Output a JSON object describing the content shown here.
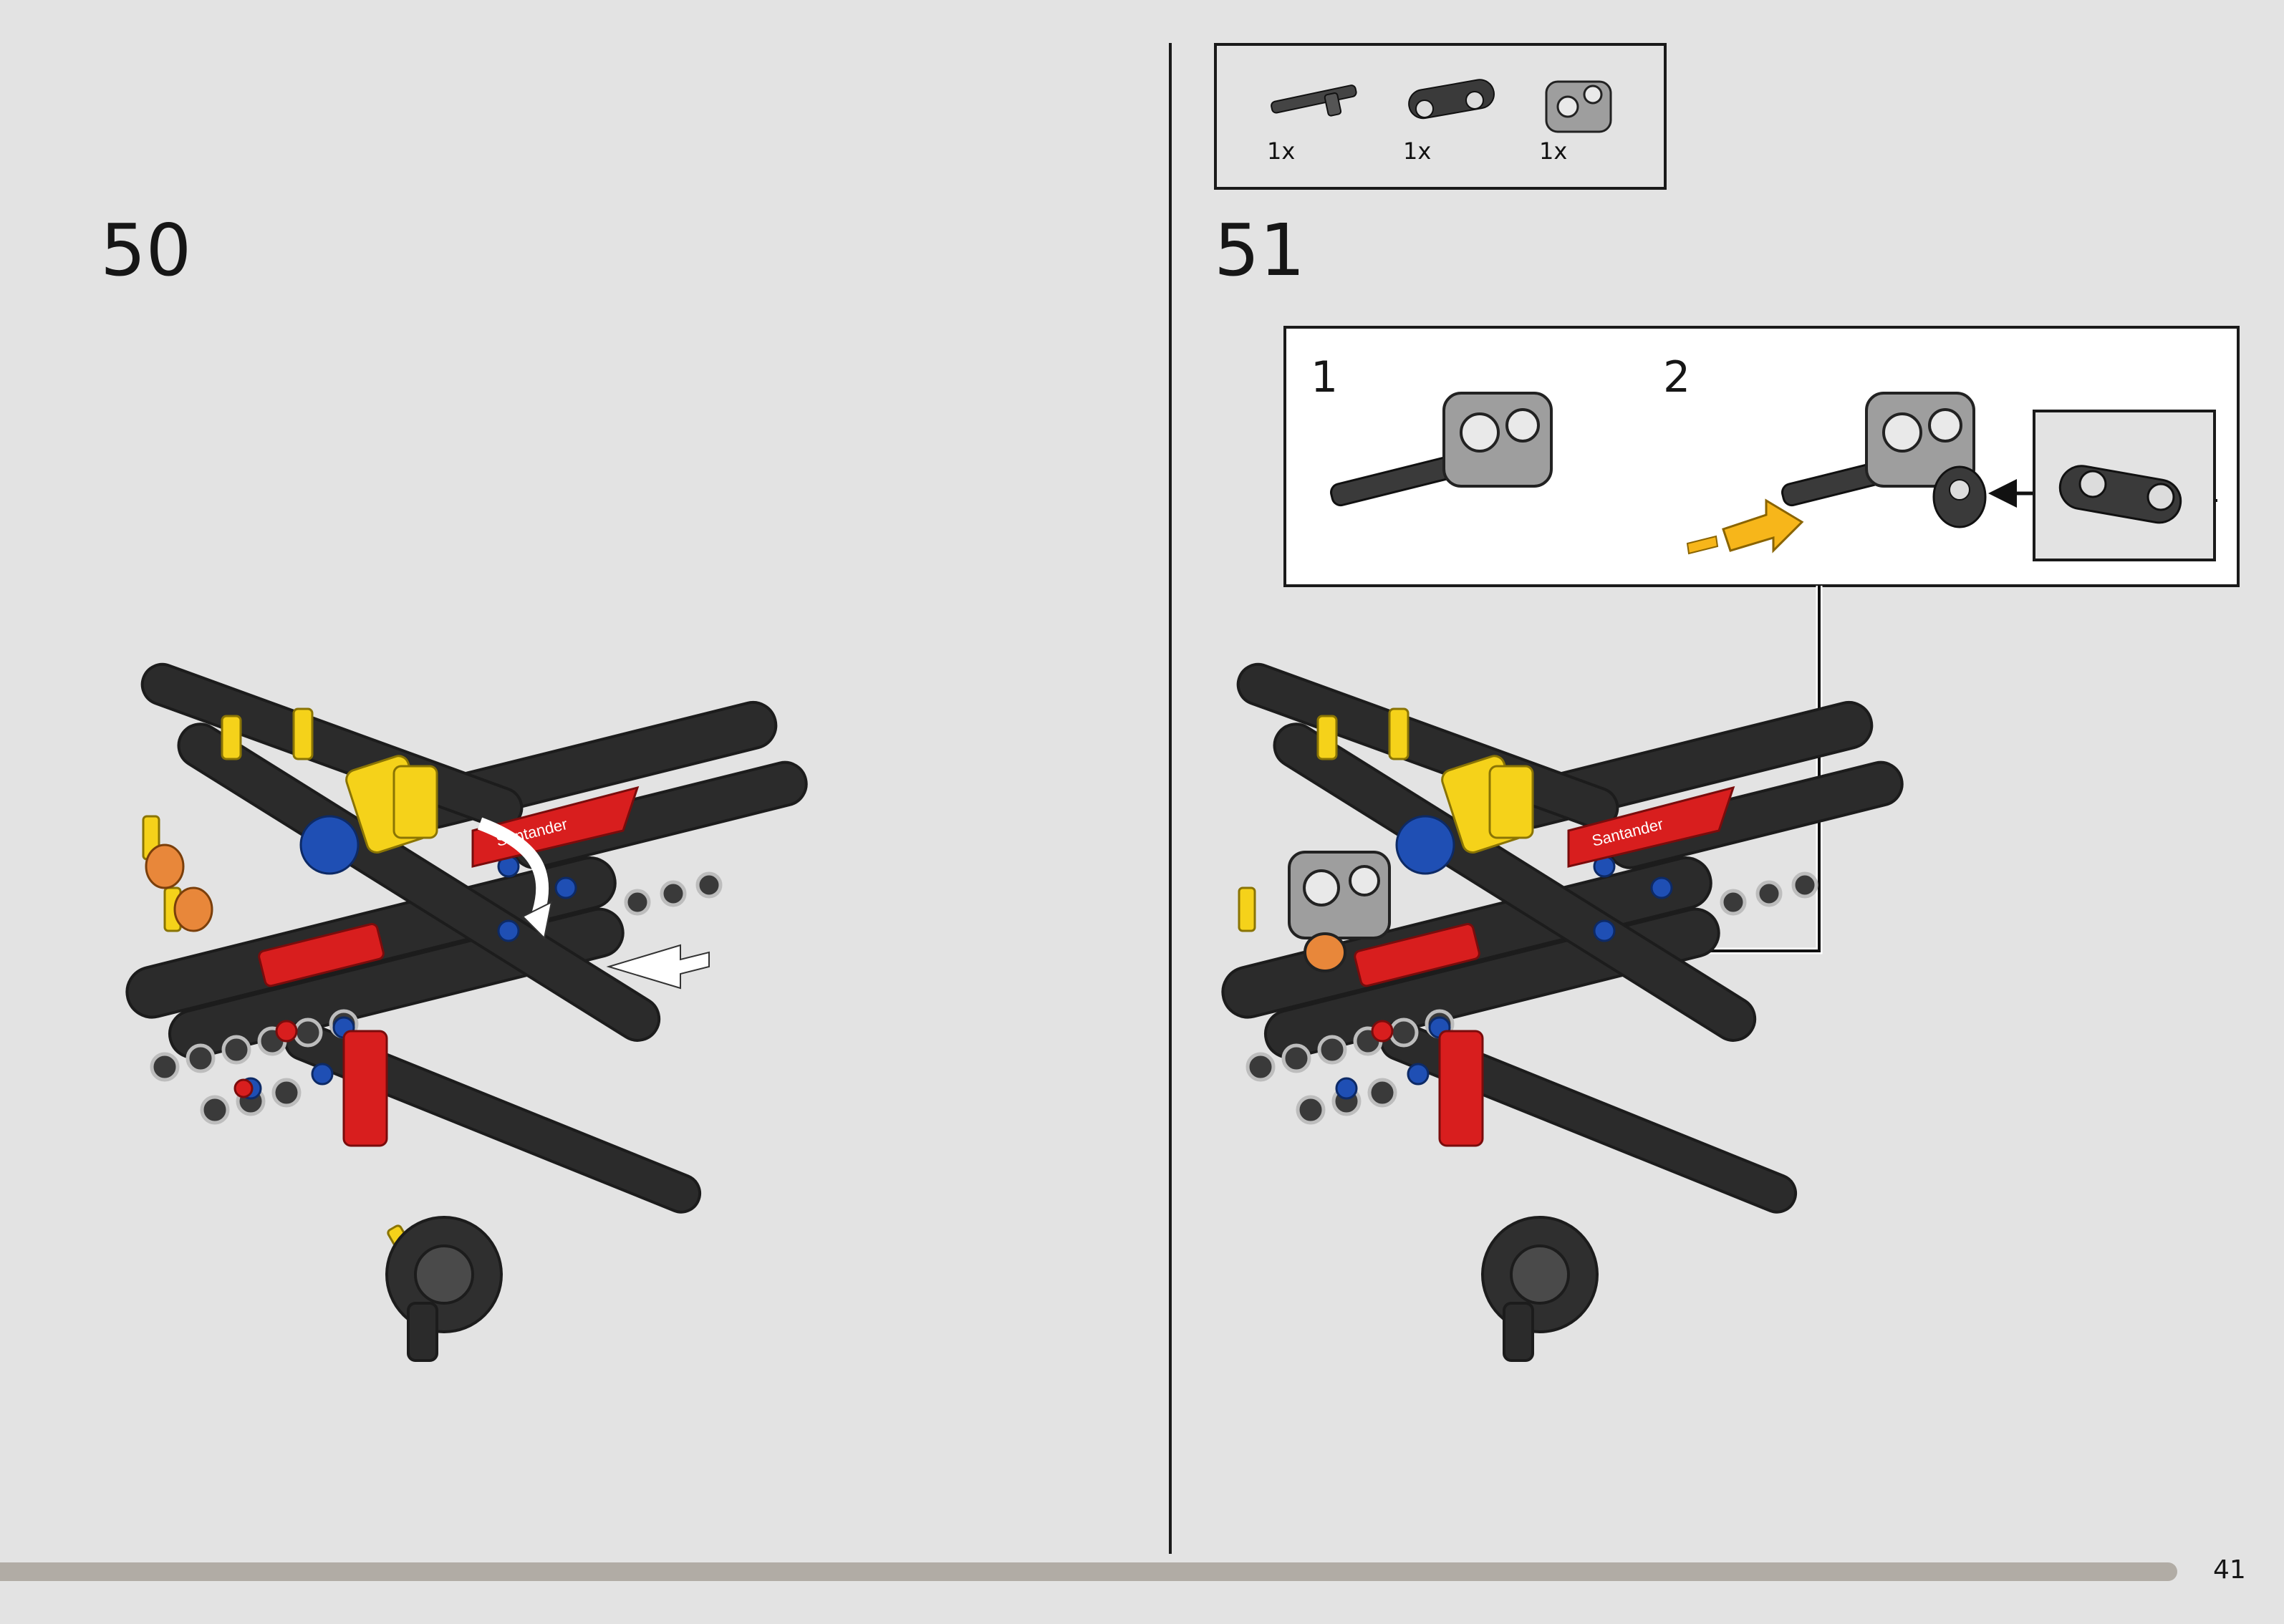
{
  "steps": [
    {
      "number": "50"
    },
    {
      "number": "51"
    }
  ],
  "parts_list": [
    {
      "qty": "1x",
      "icon": "axle-with-stop-icon"
    },
    {
      "qty": "1x",
      "icon": "axle-pin-connector-icon"
    },
    {
      "qty": "1x",
      "icon": "perpendicular-connector-icon"
    }
  ],
  "substeps": [
    {
      "number": "1"
    },
    {
      "number": "2"
    }
  ],
  "page_number": "41",
  "colors": {
    "background": "#e3e3e3",
    "frame": "#1a1a1a",
    "model_black": "#2b2b2b",
    "model_red": "#d81e1e",
    "model_yellow": "#f5d21a",
    "model_blue": "#1f4fb4",
    "model_orange": "#e8873a",
    "arrow_yellow": "#f7b61a",
    "progress": "#b1aca5"
  },
  "model_decal": {
    "text": "Santander"
  }
}
